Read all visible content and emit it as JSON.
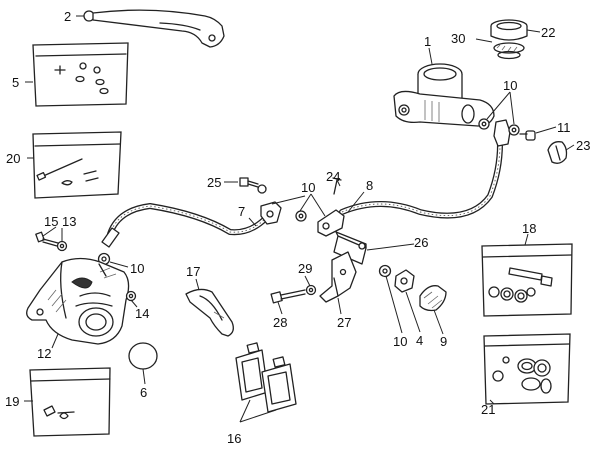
{
  "callouts": [
    "1",
    "2",
    "4",
    "5",
    "6",
    "7",
    "8",
    "9",
    "10",
    "11",
    "12",
    "13",
    "14",
    "15",
    "16",
    "17",
    "18",
    "19",
    "20",
    "21",
    "22",
    "23",
    "24",
    "25",
    "26",
    "27",
    "28",
    "29",
    "30"
  ],
  "labels": {
    "c1": "1",
    "c2": "2",
    "c4": "4",
    "c5": "5",
    "c6": "6",
    "c7": "7",
    "c8": "8",
    "c9": "9",
    "c10a": "10",
    "c10b": "10",
    "c10c": "10",
    "c10d": "10",
    "c11": "11",
    "c12": "12",
    "c13": "13",
    "c14": "14",
    "c15": "15",
    "c16": "16",
    "c17": "17",
    "c18": "18",
    "c19": "19",
    "c20": "20",
    "c21": "21",
    "c22": "22",
    "c23": "23",
    "c24": "24",
    "c25": "25",
    "c26": "26",
    "c27": "27",
    "c28": "28",
    "c29": "29",
    "c30": "30"
  },
  "style": {
    "line_color": "#222222",
    "background": "#ffffff"
  }
}
